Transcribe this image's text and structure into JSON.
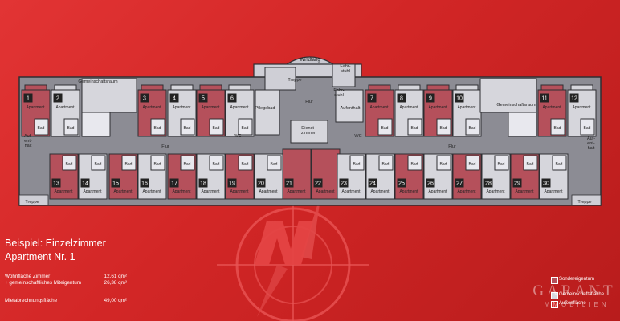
{
  "colors": {
    "background": "#d42a2a",
    "sondereigentum": "#b5505b",
    "gemeinschaft": "#d6d6dc",
    "corridor": "#8c8c94",
    "wall": "#2e2e32",
    "label_box": "#222222"
  },
  "labels": {
    "apartment": "Apartment",
    "bad": "Bad",
    "flur": "Flur",
    "wc": "WC",
    "windfang": "Windfang",
    "treppe": "Treppe",
    "fahrstuhl_a": "Fahr-\nstuhl",
    "fahrstuhl_b": "Fahr-\nstuhl",
    "aufenthalt": "Aufenthalt",
    "pflegebad": "Pflegebad",
    "dienstzimmer": "Dienst-\nzimmer",
    "gemeinschaftsraum": "Gemeinschaftsraum",
    "aufent_haft": "Auf-\nent-\nhalt"
  },
  "apartments_top": [
    "1",
    "2",
    "3",
    "4",
    "5",
    "6",
    "7",
    "8",
    "9",
    "10",
    "11",
    "12"
  ],
  "apartments_bottom": [
    "13",
    "14",
    "15",
    "16",
    "17",
    "18",
    "19",
    "20",
    "21",
    "22",
    "23",
    "24",
    "25",
    "26",
    "27",
    "28",
    "29",
    "30"
  ],
  "info": {
    "title_line1": "Beispiel: Einzelzimmer",
    "title_line2": "Apartment Nr. 1",
    "rows": [
      {
        "label": "Wohnfläche Zimmer",
        "value": "12,61 qm²"
      },
      {
        "label": "+ gemeinschaftliches Miteigentum",
        "value": "26,38 qm²"
      },
      {
        "label": "Mietabrechnungsfläche",
        "value": "49,00 qm²"
      }
    ]
  },
  "legend": [
    {
      "label": "Sondereigentum",
      "color": "#b5505b"
    },
    {
      "label": "Gemeinschaftsfläche",
      "color": "#d6d6dc"
    },
    {
      "label": "Außenfläche",
      "color": "#d42a2a"
    }
  ],
  "brand": {
    "name": "GARANT",
    "sub": "IMMOBILIEN"
  }
}
